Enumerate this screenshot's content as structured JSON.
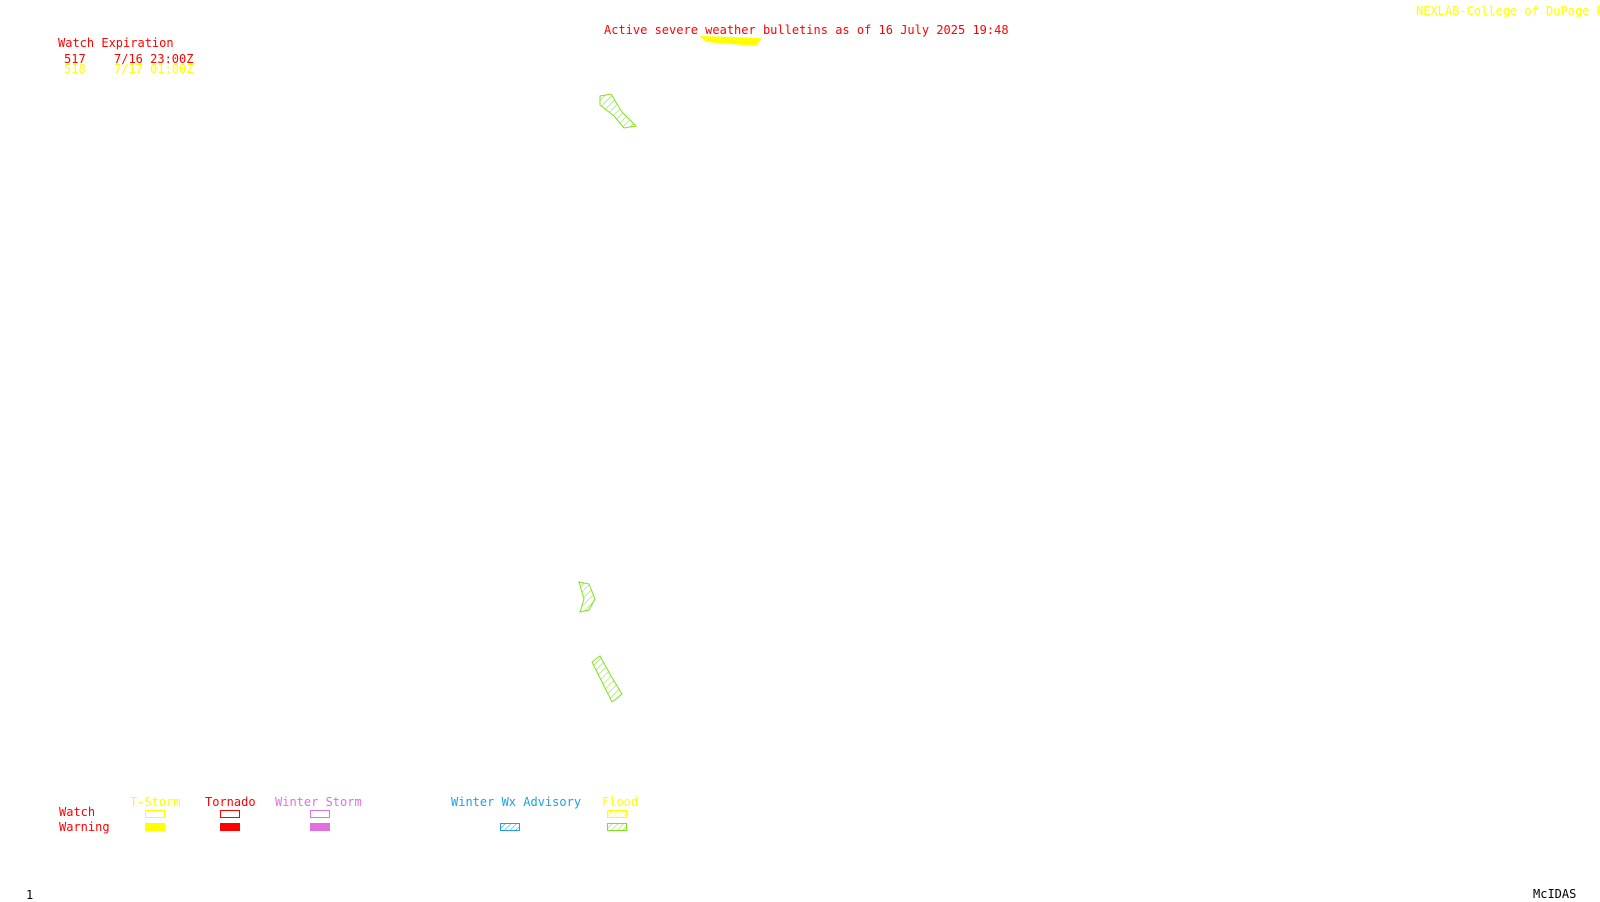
{
  "header": {
    "title": "Active severe weather bulletins as of 16 July 2025 19:48",
    "source": "NEXLAB-College of DuPage R"
  },
  "watch_expiration": {
    "heading": "Watch Expiration",
    "rows": [
      {
        "id": "517",
        "expires": "7/16 23:00Z",
        "color": "#ff0000"
      },
      {
        "id": "518",
        "expires": "7/17 01:00Z",
        "color": "#ffff00"
      }
    ]
  },
  "map_features": [
    {
      "type": "thunderstorm-warning",
      "color": "#ffff00",
      "style": "filled"
    },
    {
      "type": "flood-warning",
      "color": "#80e020",
      "style": "hatched"
    },
    {
      "type": "flood-warning",
      "color": "#80e020",
      "style": "hatched"
    },
    {
      "type": "flood-warning",
      "color": "#80e020",
      "style": "hatched"
    }
  ],
  "legend": {
    "row_labels": {
      "watch": "Watch",
      "warning": "Warning"
    },
    "categories": [
      {
        "label": "T-Storm",
        "color": "#ffff00",
        "watch_style": "outline",
        "warning_style": "filled"
      },
      {
        "label": "Tornado",
        "color": "#ff0000",
        "watch_style": "outline",
        "warning_style": "filled"
      },
      {
        "label": "Winter Storm",
        "color": "#e070e0",
        "watch_style": "outline",
        "warning_style": "filled"
      },
      {
        "label": "Winter Wx Advisory",
        "color": "#20a0e0",
        "warning_style": "hatched"
      },
      {
        "label": "Flood",
        "color": "#80e020",
        "watch_style": "hatched",
        "warning_style": "hatched",
        "watch_color": "#ffff00"
      }
    ]
  },
  "footer": {
    "frame": "1",
    "software": "McIDAS"
  }
}
